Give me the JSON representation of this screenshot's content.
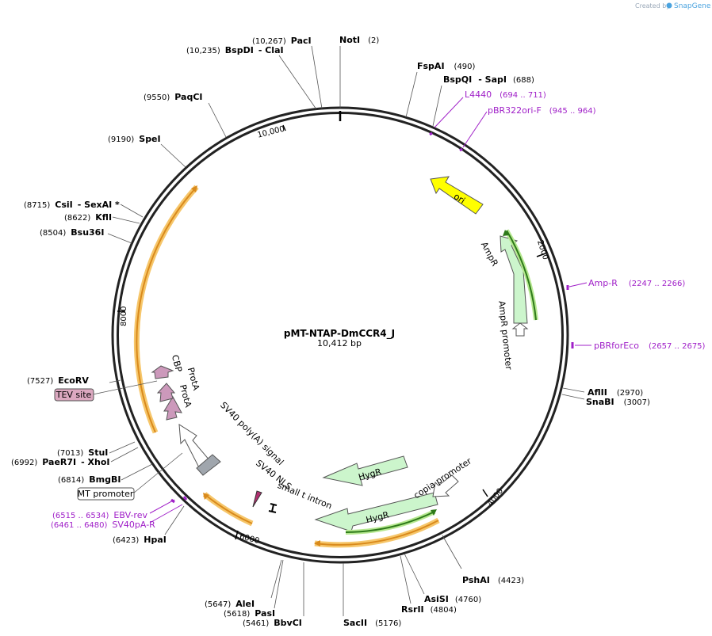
{
  "credit": {
    "prefix": "Created by",
    "brand": "SnapGene"
  },
  "map": {
    "name": "pMT-NTAP-DmCCR4_J",
    "length": "10,412 bp",
    "ticks": [
      {
        "label": "10,000"
      },
      {
        "label": "2000"
      },
      {
        "label": "4000"
      },
      {
        "label": "6000"
      },
      {
        "label": "8000"
      }
    ]
  },
  "sites": [
    {
      "name": "NotI",
      "pos": "(2)"
    },
    {
      "name": "PacI",
      "pos": "(10,267)"
    },
    {
      "name": "BspDI",
      "extra": "- ClaI",
      "pos": "(10,235)"
    },
    {
      "name": "FspAI",
      "pos": "(490)"
    },
    {
      "name": "BspQI",
      "extra": "- SapI",
      "pos": "(688)"
    },
    {
      "name": "PaqCI",
      "pos": "(9550)"
    },
    {
      "name": "SpeI",
      "pos": "(9190)"
    },
    {
      "name": "CsiI",
      "extra": "- SexAI *",
      "pos": "(8715)"
    },
    {
      "name": "KflI",
      "pos": "(8622)"
    },
    {
      "name": "Bsu36I",
      "pos": "(8504)"
    },
    {
      "name": "AflII",
      "pos": "(2970)"
    },
    {
      "name": "SnaBI",
      "pos": "(3007)"
    },
    {
      "name": "EcoRV",
      "pos": "(7527)"
    },
    {
      "name": "StuI",
      "pos": "(7013)"
    },
    {
      "name": "PaeR7I",
      "extra": "- XhoI",
      "pos": "(6992)"
    },
    {
      "name": "BmgBI",
      "pos": "(6814)"
    },
    {
      "name": "HpaI",
      "pos": "(6423)"
    },
    {
      "name": "PshAI",
      "pos": "(4423)"
    },
    {
      "name": "AsiSI",
      "pos": "(4760)"
    },
    {
      "name": "RsrII",
      "pos": "(4804)"
    },
    {
      "name": "AleI",
      "pos": "(5647)"
    },
    {
      "name": "PasI",
      "pos": "(5618)"
    },
    {
      "name": "BbvCI",
      "pos": "(5461)"
    },
    {
      "name": "SacII",
      "pos": "(5176)"
    }
  ],
  "primers": [
    {
      "name": "L4440",
      "pos": "(694 .. 711)"
    },
    {
      "name": "pBR322ori-F",
      "pos": "(945 .. 964)"
    },
    {
      "name": "Amp-R",
      "pos": "(2247 .. 2266)"
    },
    {
      "name": "pBRforEco",
      "pos": "(2657 .. 2675)"
    },
    {
      "name": "EBV-rev",
      "pos": "(6515 .. 6534)"
    },
    {
      "name": "SV40pA-R",
      "pos": "(6461 .. 6480)"
    }
  ],
  "features": {
    "ori": "ori",
    "ampr": "AmpR",
    "ampr_promoter": "AmpR promoter",
    "hygr1": "HygR",
    "hygr2": "HygR",
    "copia_promoter": "copia promoter",
    "small_t_intron": "small t intron",
    "sv40_nls": "SV40 NLS",
    "sv40_polya": "SV40 poly(A) signal",
    "cbp": "CBP",
    "prota1": "ProtA",
    "prota2": "ProtA",
    "tev_site": "TEV site",
    "mt_promoter": "MT promoter"
  },
  "colors": {
    "ori": "#ffff00",
    "ampr": "#ccf5cc",
    "orf_outline": "#f6c66a",
    "orf_core": "#d98a1c",
    "orf_green_core": "#2e7a1a",
    "orf_green_halo": "#b6e890",
    "tag": "#cc99bb",
    "terminator": "#a0a6ad",
    "primer": "#a020c8",
    "tev_box": "#dca8c0",
    "credit_brand": "#4aa3df"
  }
}
